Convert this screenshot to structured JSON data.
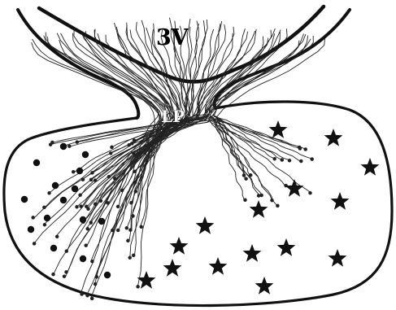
{
  "labels": {
    "third_ventricle": "3V",
    "lobe": "LP"
  },
  "colors": {
    "ink": "#111111",
    "paper": "#ffffff"
  },
  "marker_types": [
    "dot",
    "star"
  ]
}
